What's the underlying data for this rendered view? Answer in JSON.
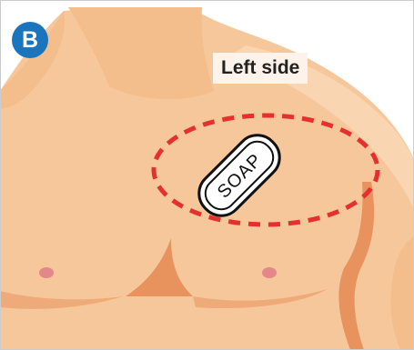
{
  "panel": {
    "badge_letter": "B",
    "side_label": "Left side",
    "soap_text": "SOAP"
  },
  "colors": {
    "skin": "#f6c79a",
    "skin_light": "#f9d7b6",
    "skin_shadow": "#e8935e",
    "nipple": "#e3878a",
    "dashed_area": "#e53030",
    "badge_blue": "#1b75bc",
    "frame": "#cccccc"
  },
  "icons": [
    "soap-bar-icon",
    "target-area-dashed-ellipse"
  ]
}
